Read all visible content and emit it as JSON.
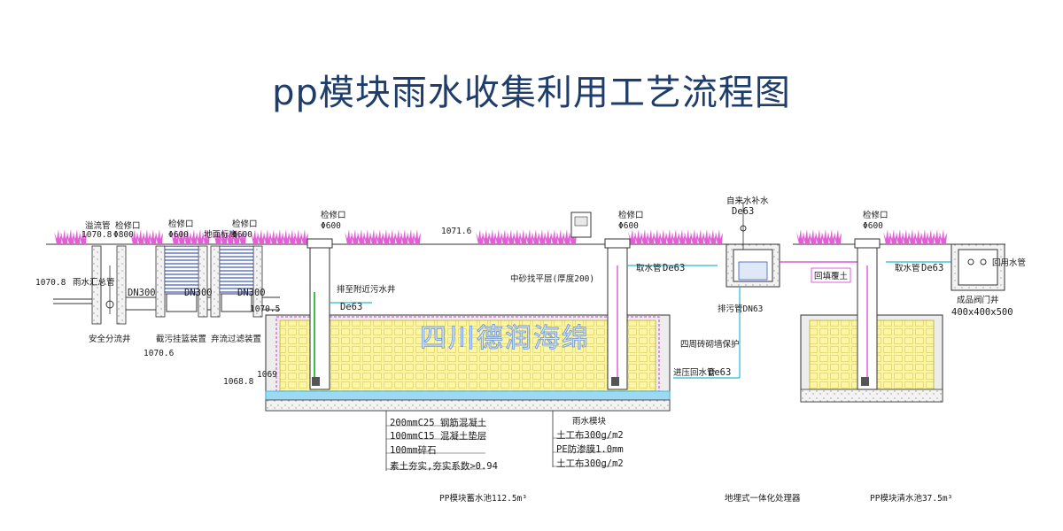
{
  "title": "pp模块雨水收集利用工艺流程图",
  "labels": {
    "overflow_pipe": "溢流管",
    "overflow_val": "1070.8",
    "phi800": "Φ800",
    "inspect": "检修口",
    "phi600": "Φ600",
    "rain_main": "雨水汇总管",
    "left_elev": "1070.8",
    "dn300": "DN300",
    "surface_filter": "地面标高",
    "sand_layer": "中砂找平层(厚度200)",
    "grade_1071_6": "1071.6",
    "pump_pipe": "排至附近污水井",
    "de63": "De63",
    "elev_1070_5": "1070.5",
    "elev_1070_6": "1070.6",
    "elev_1068_8": "1068.8",
    "elev_1069": "1069",
    "safe_well": "安全分流井",
    "intercept": "截污挂篮装置",
    "filter_device": "弃流过滤装置",
    "tap_water": "自来水补水",
    "intake": "取水管",
    "de63_b": "De63",
    "drain_dn63": "排污管DN63",
    "backfill": "回填覆土",
    "valve_well": "成品阀门井",
    "valve_size": "400x400x500",
    "reuse_pipe": "回用水管",
    "perimeter": "四周砖砌墙保护",
    "backpress": "进压回水管",
    "watermark": "四川德润海绵",
    "base_1": "200mmC25 钢筋混凝土",
    "base_2": "100mmC15 混凝土垫层",
    "base_3": "100mm碎石",
    "base_4": "素土夯实,夯实系数>0.94",
    "mod_title": "雨水模块",
    "mod_1": "土工布300g/m2",
    "mod_2": "PE防渗膜1.0mm",
    "mod_3": "土工布300g/m2",
    "cap_tank1": "PP模块蓄水池112.5m³",
    "cap_processor": "地埋式一体化处理器",
    "cap_tank2": "PP模块清水池37.5m³"
  },
  "colors": {
    "title": "#1f3d6b",
    "grass": "#e35fd6",
    "module": "#fdf5a6",
    "water": "#9fd8f2",
    "pipe_cyan": "#24b6d6",
    "pipe_magenta": "#d43bd1",
    "pipe_green": "#3bc14a",
    "filter_blue": "#3a56c9"
  }
}
